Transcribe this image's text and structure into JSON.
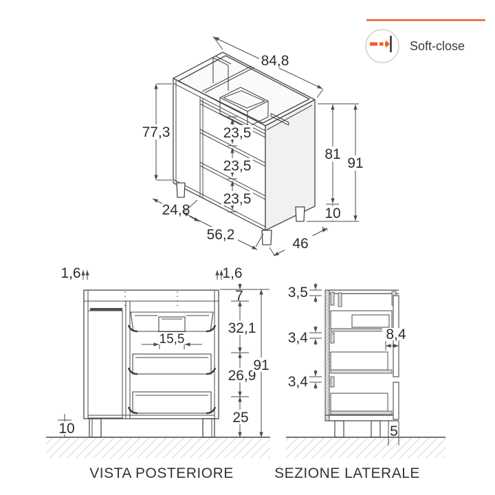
{
  "badge": {
    "label": "Soft-close"
  },
  "colors": {
    "accent": "#f15b2a",
    "line": "#474747",
    "dim_text": "#2d2d2d"
  },
  "iso": {
    "dims": {
      "top_width": "84,8",
      "door_height": "77,3",
      "drawer_1": "23,5",
      "drawer_2": "23,5",
      "drawer_3": "23,5",
      "body_height": "81",
      "total_height": "91",
      "leg_height": "10",
      "door_width": "24,8",
      "drawers_width": "56,2",
      "depth": "46"
    }
  },
  "rear": {
    "title": "VISTA POSTERIORE",
    "dims": {
      "panel_left": "1,6",
      "panel_right": "1,6",
      "top_rail": "7",
      "recess_width": "15,5",
      "upper_section": "32,1",
      "lower_section": "26,9",
      "total_height": "91",
      "bottom_zone": "25",
      "leg_height": "10"
    }
  },
  "side": {
    "title": "SEZIONE LATERALE",
    "dims": {
      "top_gap": "3,5",
      "gap_upper": "3,4",
      "front_inset": "8,4",
      "gap_lower": "3,4",
      "leg_setback": "5"
    }
  }
}
